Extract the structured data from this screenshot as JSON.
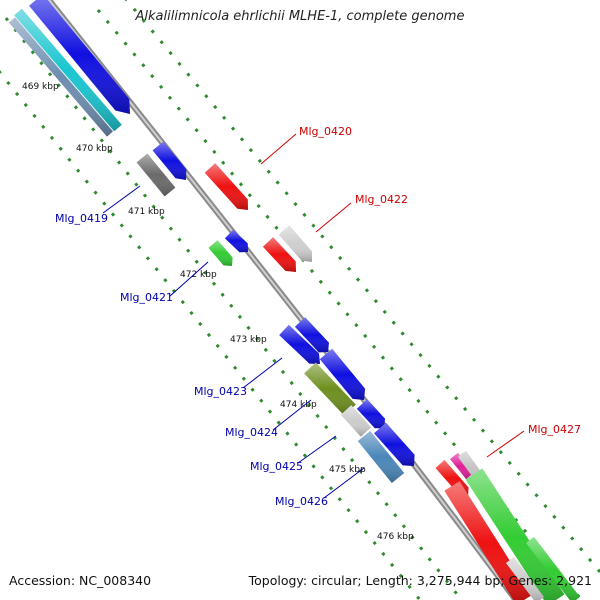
{
  "title": "Alkalilimnicola ehrlichii MLHE-1, complete genome",
  "footer": {
    "accession": "Accession: NC_008340",
    "topology": "Topology: circular; Length: 3,275,944 bp; Genes: 2,921"
  },
  "colors": {
    "forward_label": "#cc0000",
    "reverse_label": "#0000aa",
    "backbone": "#9a9a9a",
    "tick": "#2e8b2e"
  },
  "kbp_labels": [
    "469 kbp",
    "470 kbp",
    "471 kbp",
    "472 kbp",
    "473 kbp",
    "474 kbp",
    "475 kbp",
    "476 kbp"
  ],
  "gene_labels": {
    "mlg_0419": "Mlg_0419",
    "mlg_0420": "Mlg_0420",
    "mlg_0421": "Mlg_0421",
    "mlg_0422": "Mlg_0422",
    "mlg_0423": "Mlg_0423",
    "mlg_0424": "Mlg_0424",
    "mlg_0425": "Mlg_0425",
    "mlg_0426": "Mlg_0426",
    "mlg_0427": "Mlg_0427"
  }
}
